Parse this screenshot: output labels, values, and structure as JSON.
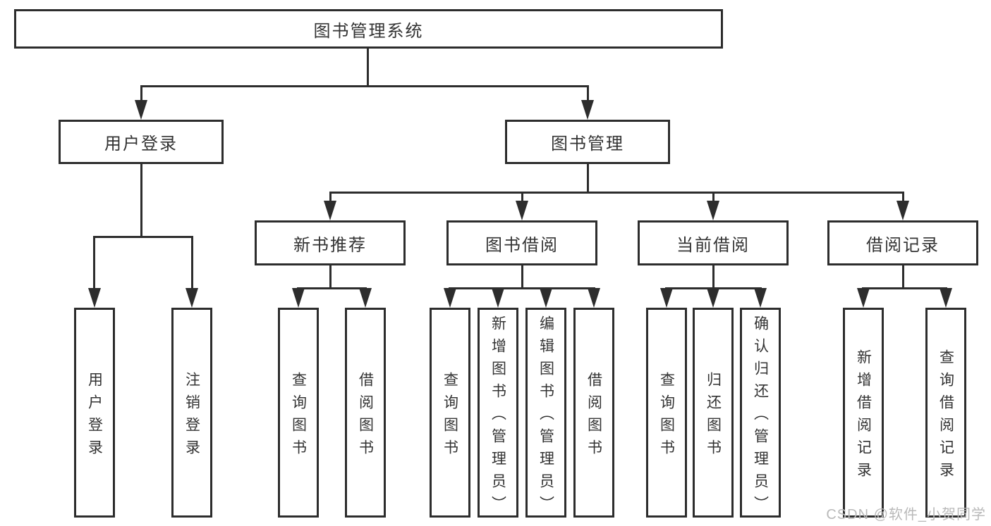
{
  "tree": {
    "label": "图书管理系统",
    "children": [
      {
        "label": "用户登录",
        "children": [
          {
            "label": "用户登录"
          },
          {
            "label": "注销登录"
          }
        ]
      },
      {
        "label": "图书管理",
        "children": [
          {
            "label": "新书推荐",
            "children": [
              {
                "label": "查询图书"
              },
              {
                "label": "借阅图书"
              }
            ]
          },
          {
            "label": "图书借阅",
            "children": [
              {
                "label": "查询图书"
              },
              {
                "label": "新增图书（管理员）"
              },
              {
                "label": "编辑图书（管理员）"
              },
              {
                "label": "借阅图书"
              }
            ]
          },
          {
            "label": "当前借阅",
            "children": [
              {
                "label": "查询图书"
              },
              {
                "label": "归还图书"
              },
              {
                "label": "确认归还（管理员）"
              }
            ]
          },
          {
            "label": "借阅记录",
            "children": [
              {
                "label": "新增借阅记录"
              },
              {
                "label": "查询借阅记录"
              }
            ]
          }
        ]
      }
    ]
  },
  "watermark": {
    "text": "CSDN @软件_小贺同学"
  },
  "colors": {
    "line": "#2d2d2d",
    "text": "#333333",
    "watermark": "#b9b9b9",
    "background": "#ffffff"
  }
}
